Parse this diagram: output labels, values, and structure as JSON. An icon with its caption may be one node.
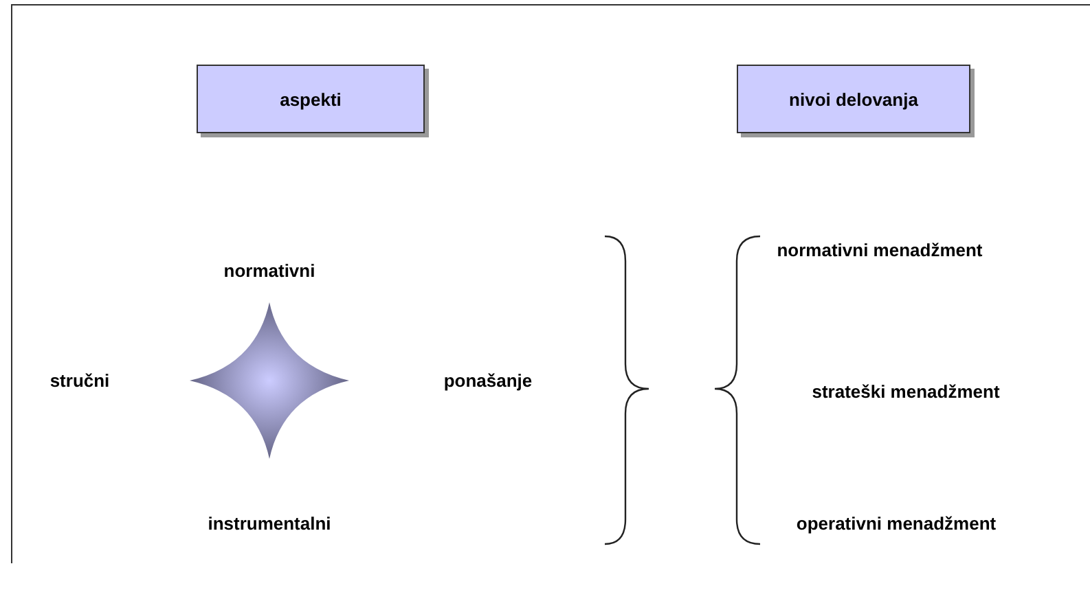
{
  "diagram": {
    "nodes": [
      {
        "text": [
          "aspekti"
        ]
      },
      {
        "text": [
          "nivoi delovanja"
        ]
      }
    ],
    "labels": [
      "normativni",
      "stručni",
      "ponašanje",
      "instrumentalni",
      "normativni menadžment",
      "strateški menadžment",
      "operativni menadžment"
    ]
  }
}
